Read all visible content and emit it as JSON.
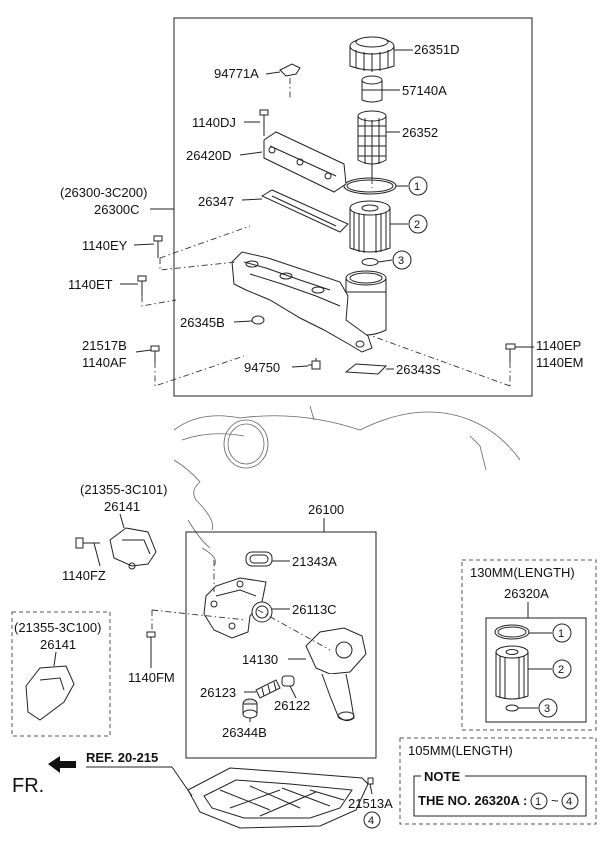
{
  "labels": {
    "p26351D": "26351D",
    "p94771A": "94771A",
    "p57140A": "57140A",
    "p1140DJ": "1140DJ",
    "p26352": "26352",
    "p26420D": "26420D",
    "p26300_3C200": "(26300-3C200)",
    "p26300C": "26300C",
    "p26347": "26347",
    "p1140EY": "1140EY",
    "p1140ET": "1140ET",
    "p26345B": "26345B",
    "p21517B": "21517B",
    "p1140AF": "1140AF",
    "p94750": "94750",
    "p26343S": "26343S",
    "p1140EP": "1140EP",
    "p1140EM": "1140EM",
    "p21355_3C101": "(21355-3C101)",
    "p26141_top": "26141",
    "p26100": "26100",
    "p21343A": "21343A",
    "p1140FZ": "1140FZ",
    "p26113C": "26113C",
    "p21355_3C100": "(21355-3C100)",
    "p26141_left": "26141",
    "p14130": "14130",
    "p1140FM": "1140FM",
    "p26123": "26123",
    "p26122": "26122",
    "p26344B": "26344B",
    "p130mm": "130MM(LENGTH)",
    "p26320A": "26320A",
    "p105mm": "105MM(LENGTH)",
    "note_title": "NOTE",
    "note_text": "THE NO. 26320A :",
    "note_tilde": "~",
    "ref": "REF. 20-215",
    "fr": "FR.",
    "p21513A": "21513A"
  },
  "circles": {
    "c1": "1",
    "c2": "2",
    "c3": "3",
    "c4": "4",
    "box_c1": "1",
    "box_c2": "2",
    "box_c3": "3",
    "note_c1": "1",
    "note_c4": "4"
  }
}
